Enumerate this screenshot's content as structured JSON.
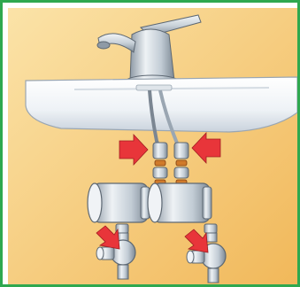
{
  "figure": {
    "frame_color": "#2fa84f",
    "background_color": "#f6c86a",
    "basin_color": "#ffffff",
    "metal_color": "#c9d3db",
    "arrow_color": "#e8353a",
    "arrows": [
      {
        "name": "push-arrow-left",
        "icon": "arrow-right"
      },
      {
        "name": "push-arrow-right",
        "icon": "arrow-left"
      },
      {
        "name": "down-arrow-left",
        "icon": "arrow-down-left"
      },
      {
        "name": "down-arrow-right",
        "icon": "arrow-down-left"
      }
    ],
    "parts": [
      "faucet",
      "basin",
      "supply-hose-left",
      "supply-hose-right",
      "nut-connector-left",
      "nut-connector-right",
      "water-heater-left",
      "water-heater-right",
      "shutoff-valve-left",
      "shutoff-valve-right"
    ]
  }
}
